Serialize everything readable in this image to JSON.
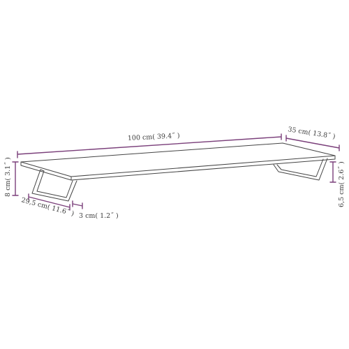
{
  "colors": {
    "outline": "#444444",
    "dimension": "#7a3f7a",
    "text": "#3a3a3a",
    "background": "#ffffff"
  },
  "dimensions": {
    "length": "100 cm( 39.4˝ )",
    "depth": "35 cm( 13.8˝ )",
    "height": "8 cm( 3.1˝ )",
    "leg_depth": "29,5 cm( 11.6˝ )",
    "leg_width": "3 cm( 1.2˝ )",
    "clearance": "6,5 cm( 2.6˝ )"
  }
}
